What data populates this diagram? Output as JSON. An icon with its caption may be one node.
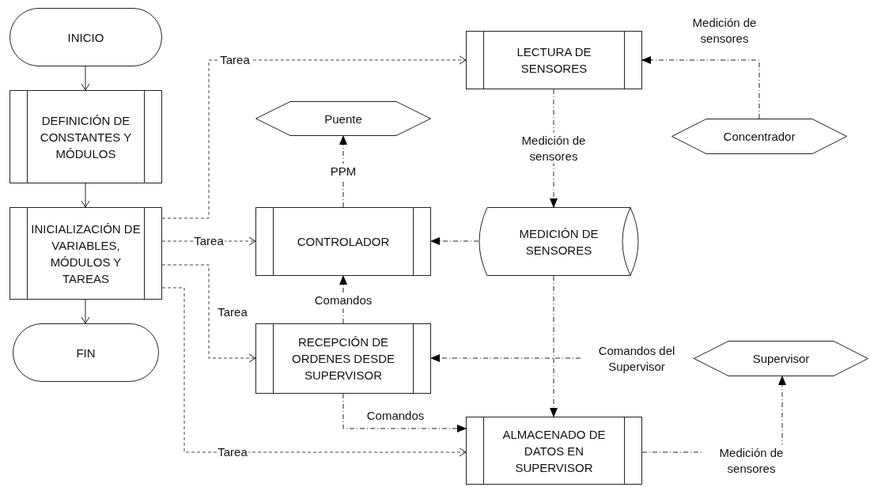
{
  "diagram": {
    "nodes": [
      {
        "text": [
          "INICIO"
        ]
      },
      {
        "text": [
          "DEFINICIÓN DE CONSTANTES Y MÓDULOS"
        ]
      },
      {
        "text": [
          "INICIALIZACIÓN DE VARIABLES, MÓDULOS Y TAREAS"
        ]
      },
      {
        "text": [
          "FIN"
        ]
      },
      {
        "text": [
          "LECTURA DE SENSORES"
        ]
      },
      {
        "text": [
          "Puente"
        ]
      },
      {
        "text": [
          "Concentrador"
        ]
      },
      {
        "text": [
          "CONTROLADOR"
        ]
      },
      {
        "text": [
          "MEDICIÓN DE SENSORES"
        ]
      },
      {
        "text": [
          "RECEPCIÓN DE ORDENES DESDE SUPERVISOR"
        ]
      },
      {
        "text": [
          "Supervisor"
        ]
      },
      {
        "text": [
          "ALMACENADO DE DATOS EN SUPERVISOR"
        ]
      }
    ],
    "edges": [
      {
        "from": 0,
        "to": 1,
        "arrow": "to"
      },
      {
        "from": 1,
        "to": 2,
        "arrow": "to"
      },
      {
        "from": 2,
        "to": 3,
        "arrow": "to"
      },
      {
        "from": 2,
        "to": 4,
        "arrow": "to",
        "label": "Tarea",
        "style": "dashed"
      },
      {
        "from": 2,
        "to": 7,
        "arrow": "to",
        "label": "Tarea",
        "style": "dashed"
      },
      {
        "from": 2,
        "to": 9,
        "arrow": "to",
        "label": "Tarea",
        "style": "dashed"
      },
      {
        "from": 2,
        "to": 11,
        "arrow": "to",
        "label": "Tarea",
        "style": "dashed"
      },
      {
        "from": 4,
        "to": 8,
        "arrow": "to",
        "label": "Medición de sensores",
        "style": "dashed"
      },
      {
        "from": 6,
        "to": 4,
        "arrow": "to",
        "label": "Medición de sensores",
        "style": "dashed"
      },
      {
        "from": 7,
        "to": 5,
        "arrow": "to",
        "label": "PPM",
        "style": "dashed"
      },
      {
        "from": 8,
        "to": 7,
        "arrow": "to",
        "style": "dashed"
      },
      {
        "from": 9,
        "to": 7,
        "arrow": "to",
        "label": "Comandos",
        "style": "dashed"
      },
      {
        "from": 9,
        "to": 11,
        "arrow": "to",
        "label": "Comandos",
        "style": "dashed"
      },
      {
        "from": 8,
        "to": 11,
        "arrow": "to",
        "style": "dashed"
      },
      {
        "from": 10,
        "to": 9,
        "arrow": "to",
        "label": "Comandos del Supervisor",
        "style": "dashed"
      },
      {
        "from": 11,
        "to": 10,
        "arrow": "to",
        "label": "Medición de sensores",
        "style": "dashed"
      }
    ]
  }
}
